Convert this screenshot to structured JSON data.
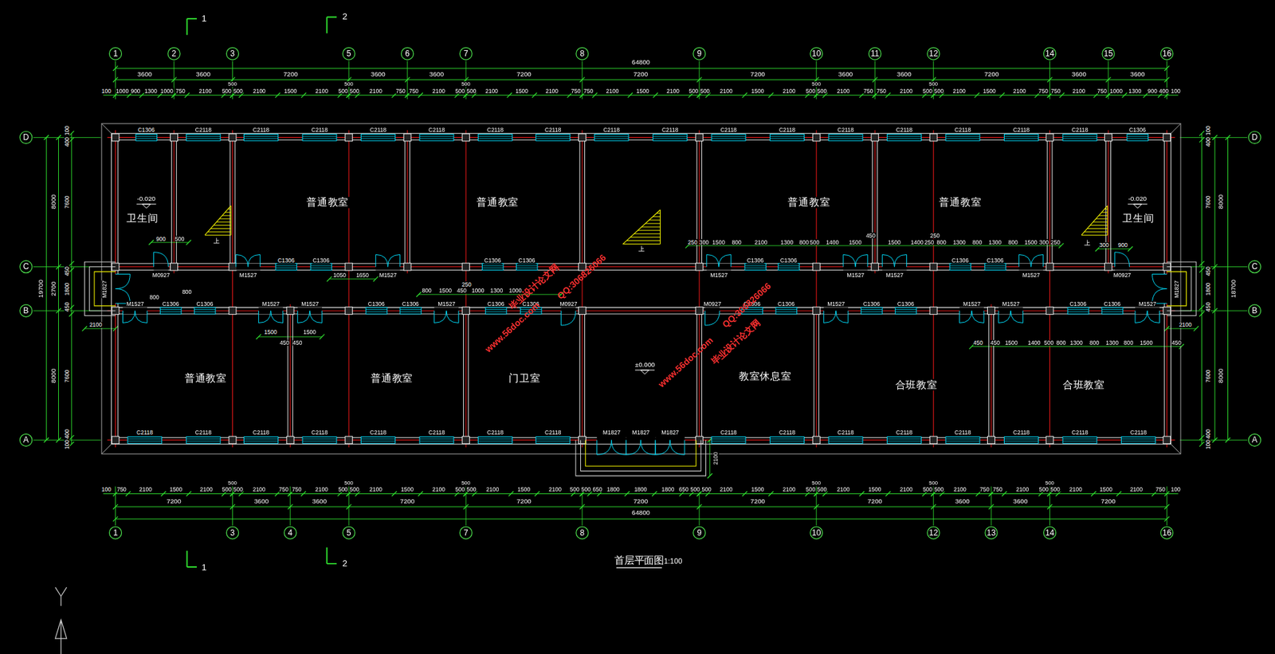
{
  "diagram": {
    "title": "首层平面图",
    "nodes": [
      {
        "text": [
          "1"
        ]
      },
      {
        "text": [
          "2"
        ]
      },
      {
        "text": [
          "3"
        ]
      },
      {
        "text": [
          "5"
        ]
      },
      {
        "text": [
          "6"
        ]
      },
      {
        "text": [
          "7"
        ]
      },
      {
        "text": [
          "8"
        ]
      },
      {
        "text": [
          "9"
        ]
      },
      {
        "text": [
          "10"
        ]
      },
      {
        "text": [
          "11"
        ]
      },
      {
        "text": [
          "12"
        ]
      },
      {
        "text": [
          "14"
        ]
      },
      {
        "text": [
          "15"
        ]
      },
      {
        "text": [
          "16"
        ]
      },
      {
        "text": [
          "D"
        ]
      },
      {
        "text": [
          "C"
        ]
      },
      {
        "text": [
          "B"
        ]
      },
      {
        "text": [
          "A"
        ]
      },
      {
        "text": [
          "卫生间"
        ]
      },
      {
        "text": [
          "普通教室"
        ]
      },
      {
        "text": [
          "普通教室"
        ]
      },
      {
        "text": [
          "普通教室"
        ]
      },
      {
        "text": [
          "普通教室"
        ]
      },
      {
        "text": [
          "卫生间"
        ]
      },
      {
        "text": [
          "普通教室"
        ]
      },
      {
        "text": [
          "普通教室"
        ]
      },
      {
        "text": [
          "门卫室"
        ]
      },
      {
        "text": [
          "教室休息室"
        ]
      },
      {
        "text": [
          "合班教室"
        ]
      },
      {
        "text": [
          "合班教室"
        ]
      },
      {
        "text": [
          "D"
        ]
      },
      {
        "text": [
          "C"
        ]
      },
      {
        "text": [
          "B"
        ]
      },
      {
        "text": [
          "A"
        ]
      },
      {
        "text": [
          "1"
        ]
      },
      {
        "text": [
          "3"
        ]
      },
      {
        "text": [
          "4"
        ]
      },
      {
        "text": [
          "5"
        ]
      },
      {
        "text": [
          "7"
        ]
      },
      {
        "text": [
          "8"
        ]
      },
      {
        "text": [
          "9"
        ]
      },
      {
        "text": [
          "10"
        ]
      },
      {
        "text": [
          "12"
        ]
      },
      {
        "text": [
          "13"
        ]
      },
      {
        "text": [
          "14"
        ]
      },
      {
        "text": [
          "16"
        ]
      }
    ],
    "labels": [
      "1",
      "2",
      "1",
      "2",
      "64800",
      "3600",
      "3600",
      "7200",
      "3600",
      "3600",
      "7200",
      "7200",
      "7200",
      "3600",
      "3600",
      "7200",
      "3600",
      "3600",
      "500",
      "500",
      "500",
      "500",
      "500",
      "100",
      "1000",
      "900",
      "1300",
      "1000",
      "750",
      "2100",
      "500",
      "500",
      "2100",
      "1500",
      "2100",
      "500",
      "500",
      "2100",
      "750",
      "750",
      "2100",
      "500",
      "500",
      "2100",
      "1500",
      "2100",
      "750",
      "750",
      "2100",
      "1500",
      "2100",
      "500",
      "500",
      "2100",
      "1500",
      "2100",
      "500",
      "500",
      "2100",
      "750",
      "750",
      "2100",
      "500",
      "500",
      "2100",
      "1500",
      "2100",
      "750",
      "750",
      "2100",
      "750",
      "1000",
      "1300",
      "900",
      "400",
      "100",
      "19700",
      "8000",
      "2700",
      "8000",
      "100",
      "400",
      "7600",
      "450",
      "1800",
      "450",
      "7600",
      "400",
      "100",
      "100",
      "400",
      "7600",
      "450",
      "1800",
      "450",
      "7600",
      "400",
      "100",
      "8000",
      "8000",
      "18700",
      "C1306",
      "C2118",
      "C2118",
      "C2118",
      "C2118",
      "C2118",
      "C2118",
      "C2118",
      "C2118",
      "C2118",
      "C2118",
      "C2118",
      "C2118",
      "C2118",
      "C2118",
      "C2118",
      "C2118",
      "C1306",
      "C1306",
      "C1306",
      "C1306",
      "C1306",
      "C1306",
      "C1306",
      "C1306",
      "C1306",
      "M0927",
      "M1527",
      "M1527",
      "M1527",
      "M1527",
      "M1527",
      "M1527",
      "M0927",
      "M1527",
      "C1306",
      "C1306",
      "M1527",
      "M1527",
      "C1306",
      "C1306",
      "M1527",
      "C1306",
      "C1306",
      "M0927",
      "M0927",
      "C1306",
      "C1306",
      "M1527",
      "C1306",
      "C1306",
      "M1527",
      "M1527",
      "C1306",
      "C1306",
      "M1527",
      "M1827",
      "M1827",
      "C2118",
      "C2118",
      "C2118",
      "C2118",
      "C2118",
      "C2118",
      "C2118",
      "C2118",
      "M1827",
      "M1827",
      "M1827",
      "C2118",
      "C2118",
      "C2118",
      "C2118",
      "C2118",
      "C2118",
      "C2118",
      "C2118",
      "900",
      "500",
      "800",
      "800",
      "2100",
      "2100",
      "1500",
      "1500",
      "450",
      "450",
      "1050",
      "1650",
      "250",
      "800",
      "1500",
      "450",
      "1000",
      "1300",
      "1000",
      "250",
      "300",
      "1500",
      "800",
      "2100",
      "1300",
      "800",
      "500",
      "1400",
      "1500",
      "450",
      "1500",
      "1400",
      "250",
      "250",
      "800",
      "1300",
      "800",
      "1300",
      "800",
      "1500",
      "300",
      "250",
      "450",
      "450",
      "1500",
      "1400",
      "500",
      "800",
      "1300",
      "800",
      "1300",
      "800",
      "1500",
      "450",
      "300",
      "900",
      "2100",
      "500",
      "500",
      "500",
      "500",
      "500",
      "500",
      "100",
      "750",
      "2100",
      "1500",
      "2100",
      "500",
      "500",
      "2100",
      "750",
      "750",
      "2100",
      "500",
      "500",
      "2100",
      "1500",
      "2100",
      "500",
      "500",
      "2100",
      "1500",
      "2100",
      "500",
      "500",
      "650",
      "1800",
      "1800",
      "1800",
      "650",
      "500",
      "500",
      "2100",
      "1500",
      "2100",
      "500",
      "500",
      "2100",
      "1500",
      "2100",
      "500",
      "500",
      "2100",
      "750",
      "750",
      "2100",
      "500",
      "500",
      "2100",
      "1500",
      "2100",
      "750",
      "100",
      "7200",
      "3600",
      "3600",
      "7200",
      "7200",
      "7200",
      "7200",
      "7200",
      "3600",
      "3600",
      "7200",
      "64800",
      "-0.020",
      "-0.020",
      "±0.000",
      "上",
      "上",
      "上",
      "毕业设计论文网",
      "www.56doc.com",
      "QQ:306826066",
      "毕业设计论文网",
      "www.56doc.com",
      "QQ:306826066",
      "1:100"
    ]
  }
}
